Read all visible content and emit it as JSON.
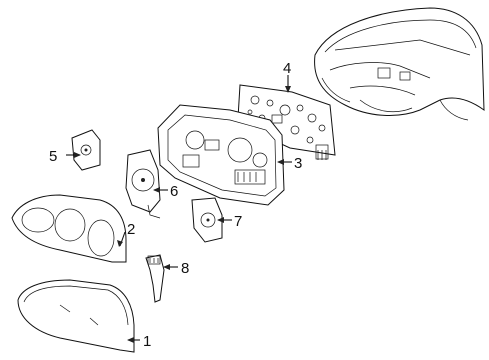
{
  "diagram": {
    "callouts": [
      {
        "id": "1",
        "text": "1",
        "part": "lens"
      },
      {
        "id": "2",
        "text": "2",
        "part": "bezel"
      },
      {
        "id": "3",
        "text": "3",
        "part": "cluster-housing"
      },
      {
        "id": "4",
        "text": "4",
        "part": "circuit-board"
      },
      {
        "id": "5",
        "text": "5",
        "part": "gauge-small"
      },
      {
        "id": "6",
        "text": "6",
        "part": "speedometer-gauge"
      },
      {
        "id": "7",
        "text": "7",
        "part": "gauge-right"
      },
      {
        "id": "8",
        "text": "8",
        "part": "connector-strip"
      }
    ]
  }
}
